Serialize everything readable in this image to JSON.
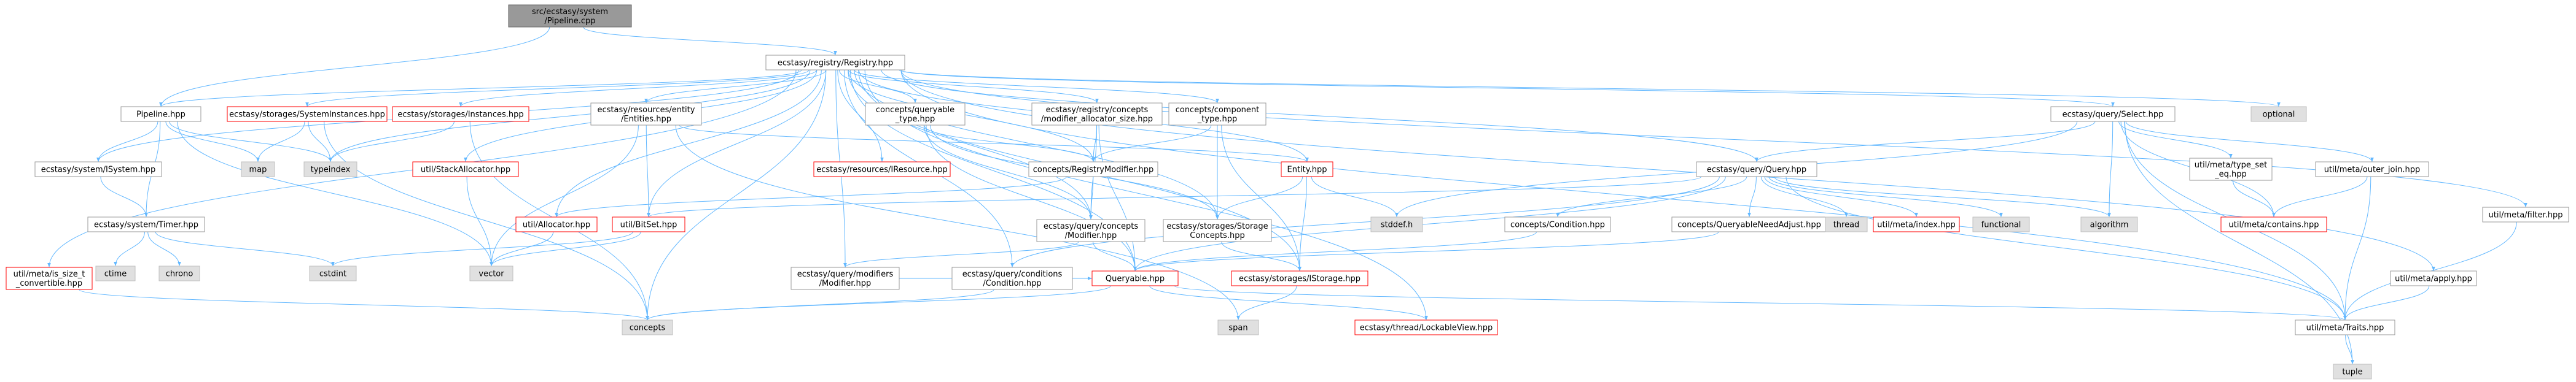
{
  "colors": {
    "edge": "#63b8ff",
    "node_fill": "#ffffff",
    "node_border": "#999999",
    "missing_border": "#ff0000",
    "missing_text": "#ff0000",
    "root_fill": "#999999",
    "system_fill": "#e0e0e0"
  },
  "nodes": [
    {
      "id": "root",
      "lines": [
        "src/ecstasy/system",
        "/Pipeline.cpp"
      ],
      "kind": "root"
    },
    {
      "id": "registry",
      "lines": [
        "ecstasy/registry/Registry.hpp"
      ],
      "kind": "normal"
    },
    {
      "id": "pipeline",
      "lines": [
        "Pipeline.hpp"
      ],
      "kind": "normal"
    },
    {
      "id": "sysinst",
      "lines": [
        "ecstasy/storages/SystemInstances.hpp"
      ],
      "kind": "missing"
    },
    {
      "id": "instances",
      "lines": [
        "ecstasy/storages/Instances.hpp"
      ],
      "kind": "missing"
    },
    {
      "id": "entities",
      "lines": [
        "ecstasy/resources/entity",
        "/Entities.hpp"
      ],
      "kind": "normal"
    },
    {
      "id": "cq_type",
      "lines": [
        "concepts/queryable",
        "_type.hpp"
      ],
      "kind": "normal"
    },
    {
      "id": "reg_alloc",
      "lines": [
        "ecstasy/registry/concepts",
        "/modifier_allocator_size.hpp"
      ],
      "kind": "normal"
    },
    {
      "id": "comp_type",
      "lines": [
        "concepts/component",
        "_type.hpp"
      ],
      "kind": "normal"
    },
    {
      "id": "select",
      "lines": [
        "ecstasy/query/Select.hpp"
      ],
      "kind": "normal"
    },
    {
      "id": "optional",
      "lines": [
        "optional"
      ],
      "kind": "system"
    },
    {
      "id": "filter",
      "lines": [
        "util/meta/filter.hpp"
      ],
      "kind": "normal"
    },
    {
      "id": "is_size",
      "lines": [
        "util/meta/is_size_t",
        "_convertible.hpp"
      ],
      "kind": "missing"
    },
    {
      "id": "isystem",
      "lines": [
        "ecstasy/system/ISystem.hpp"
      ],
      "kind": "normal"
    },
    {
      "id": "map",
      "lines": [
        "map"
      ],
      "kind": "system"
    },
    {
      "id": "typeindex",
      "lines": [
        "typeindex"
      ],
      "kind": "system"
    },
    {
      "id": "stackalloc",
      "lines": [
        "util/StackAllocator.hpp"
      ],
      "kind": "missing"
    },
    {
      "id": "iresource",
      "lines": [
        "ecstasy/resources/IResource.hpp"
      ],
      "kind": "missing"
    },
    {
      "id": "regmod",
      "lines": [
        "concepts/RegistryModifier.hpp"
      ],
      "kind": "normal"
    },
    {
      "id": "entity",
      "lines": [
        "Entity.hpp"
      ],
      "kind": "missing"
    },
    {
      "id": "query",
      "lines": [
        "ecstasy/query/Query.hpp"
      ],
      "kind": "normal"
    },
    {
      "id": "type_set",
      "lines": [
        "util/meta/type_set",
        "_eq.hpp"
      ],
      "kind": "normal"
    },
    {
      "id": "outer_join",
      "lines": [
        "util/meta/outer_join.hpp"
      ],
      "kind": "normal"
    },
    {
      "id": "timer",
      "lines": [
        "ecstasy/system/Timer.hpp"
      ],
      "kind": "normal"
    },
    {
      "id": "allocator",
      "lines": [
        "util/Allocator.hpp"
      ],
      "kind": "missing"
    },
    {
      "id": "bitset",
      "lines": [
        "util/BitSet.hpp"
      ],
      "kind": "missing"
    },
    {
      "id": "qc_modifier",
      "lines": [
        "ecstasy/query/concepts",
        "/Modifier.hpp"
      ],
      "kind": "normal"
    },
    {
      "id": "storage_concepts",
      "lines": [
        "ecstasy/storages/Storage",
        "Concepts.hpp"
      ],
      "kind": "normal"
    },
    {
      "id": "stddef",
      "lines": [
        "stddef.h"
      ],
      "kind": "system"
    },
    {
      "id": "cond_hpp",
      "lines": [
        "concepts/Condition.hpp"
      ],
      "kind": "normal"
    },
    {
      "id": "qna",
      "lines": [
        "concepts/QueryableNeedAdjust.hpp"
      ],
      "kind": "normal"
    },
    {
      "id": "thread",
      "lines": [
        "thread"
      ],
      "kind": "system"
    },
    {
      "id": "index",
      "lines": [
        "util/meta/index.hpp"
      ],
      "kind": "missing"
    },
    {
      "id": "functional",
      "lines": [
        "functional"
      ],
      "kind": "system"
    },
    {
      "id": "algorithm",
      "lines": [
        "algorithm"
      ],
      "kind": "system"
    },
    {
      "id": "contains",
      "lines": [
        "util/meta/contains.hpp"
      ],
      "kind": "missing"
    },
    {
      "id": "ctime",
      "lines": [
        "ctime"
      ],
      "kind": "system"
    },
    {
      "id": "chrono",
      "lines": [
        "chrono"
      ],
      "kind": "system"
    },
    {
      "id": "cstdint",
      "lines": [
        "cstdint"
      ],
      "kind": "system"
    },
    {
      "id": "vector",
      "lines": [
        "vector"
      ],
      "kind": "system"
    },
    {
      "id": "mod_modifier",
      "lines": [
        "ecstasy/query/modifiers",
        "/Modifier.hpp"
      ],
      "kind": "normal"
    },
    {
      "id": "cond_condition",
      "lines": [
        "ecstasy/query/conditions",
        "/Condition.hpp"
      ],
      "kind": "normal"
    },
    {
      "id": "queryable",
      "lines": [
        "Queryable.hpp"
      ],
      "kind": "missing"
    },
    {
      "id": "istorage",
      "lines": [
        "ecstasy/storages/IStorage.hpp"
      ],
      "kind": "missing"
    },
    {
      "id": "apply",
      "lines": [
        "util/meta/apply.hpp"
      ],
      "kind": "normal"
    },
    {
      "id": "concepts",
      "lines": [
        "concepts"
      ],
      "kind": "system"
    },
    {
      "id": "span",
      "lines": [
        "span"
      ],
      "kind": "system"
    },
    {
      "id": "lockable",
      "lines": [
        "ecstasy/thread/LockableView.hpp"
      ],
      "kind": "missing"
    },
    {
      "id": "traits",
      "lines": [
        "util/meta/Traits.hpp"
      ],
      "kind": "normal"
    },
    {
      "id": "tuple",
      "lines": [
        "tuple"
      ],
      "kind": "system"
    }
  ],
  "edges": [
    [
      "root",
      "registry"
    ],
    [
      "root",
      "pipeline"
    ],
    [
      "registry",
      "pipeline"
    ],
    [
      "registry",
      "sysinst"
    ],
    [
      "registry",
      "instances"
    ],
    [
      "registry",
      "entities"
    ],
    [
      "registry",
      "cq_type"
    ],
    [
      "registry",
      "reg_alloc"
    ],
    [
      "registry",
      "comp_type"
    ],
    [
      "registry",
      "select"
    ],
    [
      "registry",
      "optional"
    ],
    [
      "registry",
      "filter"
    ],
    [
      "registry",
      "is_size"
    ],
    [
      "registry",
      "isystem"
    ],
    [
      "registry",
      "typeindex"
    ],
    [
      "registry",
      "stackalloc"
    ],
    [
      "registry",
      "iresource"
    ],
    [
      "registry",
      "regmod"
    ],
    [
      "registry",
      "entity"
    ],
    [
      "registry",
      "query"
    ],
    [
      "registry",
      "allocator"
    ],
    [
      "registry",
      "bitset"
    ],
    [
      "registry",
      "qc_modifier"
    ],
    [
      "registry",
      "storage_concepts"
    ],
    [
      "registry",
      "mod_modifier"
    ],
    [
      "registry",
      "cond_condition"
    ],
    [
      "registry",
      "queryable"
    ],
    [
      "registry",
      "istorage"
    ],
    [
      "registry",
      "concepts"
    ],
    [
      "registry",
      "lockable"
    ],
    [
      "registry",
      "traits"
    ],
    [
      "registry",
      "apply"
    ],
    [
      "pipeline",
      "isystem"
    ],
    [
      "pipeline",
      "map"
    ],
    [
      "pipeline",
      "typeindex"
    ],
    [
      "pipeline",
      "timer"
    ],
    [
      "pipeline",
      "vector"
    ],
    [
      "sysinst",
      "map"
    ],
    [
      "sysinst",
      "typeindex"
    ],
    [
      "sysinst",
      "concepts"
    ],
    [
      "instances",
      "typeindex"
    ],
    [
      "instances",
      "concepts"
    ],
    [
      "entities",
      "entity"
    ],
    [
      "entities",
      "bitset"
    ],
    [
      "entities",
      "vector"
    ],
    [
      "entities",
      "span"
    ],
    [
      "cq_type",
      "regmod"
    ],
    [
      "cq_type",
      "qc_modifier"
    ],
    [
      "cq_type",
      "storage_concepts"
    ],
    [
      "cq_type",
      "queryable"
    ],
    [
      "reg_alloc",
      "regmod"
    ],
    [
      "reg_alloc",
      "qc_modifier"
    ],
    [
      "reg_alloc",
      "queryable"
    ],
    [
      "comp_type",
      "regmod"
    ],
    [
      "comp_type",
      "storage_concepts"
    ],
    [
      "comp_type",
      "istorage"
    ],
    [
      "select",
      "query"
    ],
    [
      "select",
      "type_set"
    ],
    [
      "select",
      "outer_join"
    ],
    [
      "select",
      "contains"
    ],
    [
      "select",
      "algorithm"
    ],
    [
      "select",
      "traits"
    ],
    [
      "select",
      "tuple"
    ],
    [
      "select",
      "stddef"
    ],
    [
      "filter",
      "traits"
    ],
    [
      "is_size",
      "concepts"
    ],
    [
      "isystem",
      "timer"
    ],
    [
      "stackalloc",
      "vector"
    ],
    [
      "regmod",
      "qc_modifier"
    ],
    [
      "regmod",
      "allocator"
    ],
    [
      "entity",
      "stddef"
    ],
    [
      "entity",
      "storage_concepts"
    ],
    [
      "entity",
      "istorage"
    ],
    [
      "query",
      "bitset"
    ],
    [
      "query",
      "cond_hpp"
    ],
    [
      "query",
      "qna"
    ],
    [
      "query",
      "thread"
    ],
    [
      "query",
      "index"
    ],
    [
      "query",
      "functional"
    ],
    [
      "query",
      "algorithm"
    ],
    [
      "query",
      "traits"
    ],
    [
      "query",
      "queryable"
    ],
    [
      "query",
      "cond_condition"
    ],
    [
      "type_set",
      "contains"
    ],
    [
      "outer_join",
      "contains"
    ],
    [
      "outer_join",
      "traits"
    ],
    [
      "timer",
      "ctime"
    ],
    [
      "timer",
      "chrono"
    ],
    [
      "timer",
      "cstdint"
    ],
    [
      "allocator",
      "vector"
    ],
    [
      "bitset",
      "vector"
    ],
    [
      "bitset",
      "cstdint"
    ],
    [
      "qc_modifier",
      "mod_modifier"
    ],
    [
      "qc_modifier",
      "queryable"
    ],
    [
      "storage_concepts",
      "istorage"
    ],
    [
      "cond_hpp",
      "queryable"
    ],
    [
      "qna",
      "queryable"
    ],
    [
      "mod_modifier",
      "queryable"
    ],
    [
      "cond_condition",
      "concepts"
    ],
    [
      "queryable",
      "concepts"
    ],
    [
      "queryable",
      "lockable"
    ],
    [
      "queryable",
      "traits"
    ],
    [
      "istorage",
      "span"
    ],
    [
      "apply",
      "traits"
    ],
    [
      "traits",
      "tuple"
    ]
  ]
}
